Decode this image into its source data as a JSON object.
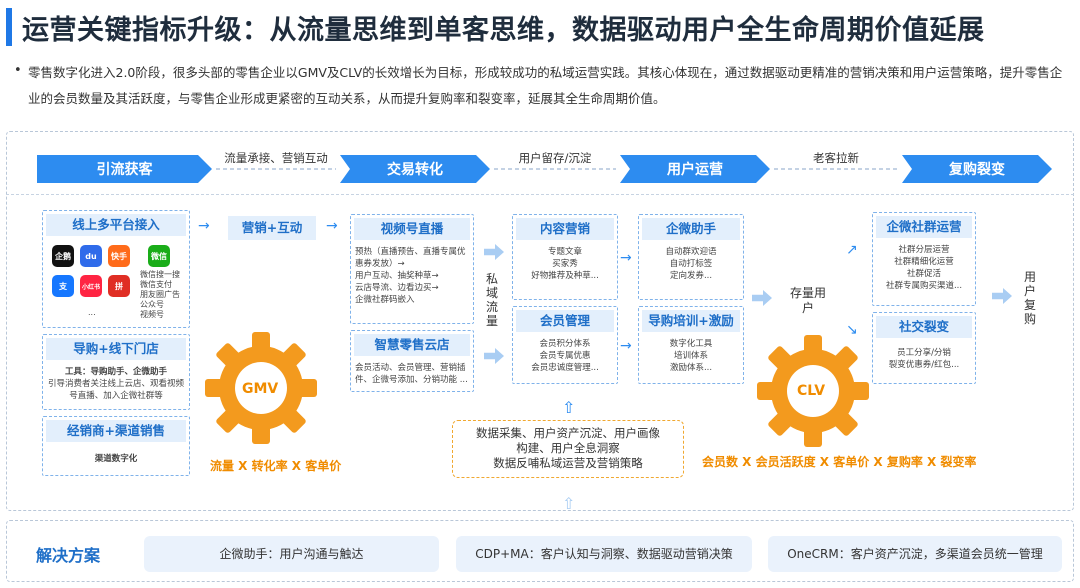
{
  "header": {
    "title": "运营关键指标升级：从流量思维到单客思维，数据驱动用户全生命周期价值延展",
    "bullet": "•",
    "intro": "零售数字化进入2.0阶段，很多头部的零售企业以GMV及CLV的长效增长为目标，形成较成功的私域运营实践。其核心体现在，通过数据驱动更精准的营销决策和用户运营策略，提升零售企业的会员数量及其活跃度，与零售企业形成更紧密的互动关系，从而提升复购率和裂变率，延展其全生命周期价值。"
  },
  "stages": [
    {
      "label": "引流获客"
    },
    {
      "label": "交易转化"
    },
    {
      "label": "用户运营"
    },
    {
      "label": "复购裂变"
    }
  ],
  "transitions": [
    "流量承接、营销互动",
    "用户留存/沉淀",
    "老客拉新"
  ],
  "acquisition": {
    "online_title": "线上多平台接入",
    "platforms": [
      "企鹅",
      "du",
      "快手",
      "微信",
      "支",
      "小红书",
      "拼"
    ],
    "wechat_lines": [
      "微信搜一搜",
      "微信支付",
      "朋友圈广告",
      "公众号",
      "视频号"
    ],
    "ellipsis": "...",
    "offline_title": "导购+线下门店",
    "offline_tools": "工具：导购助手、企微助手",
    "offline_desc": "引导消费者关注线上云店、观看视频号直播、加入企微社群等",
    "dealer_title": "经销商+渠道销售",
    "dealer_desc": "渠道数字化"
  },
  "conversion": {
    "chip": "营销+互动",
    "live_title": "视频号直播",
    "live_lines": [
      "预热（直播预告、直播专属优惠券发放）→",
      "用户互动、抽奖种草→",
      "云店导流、边看边买→",
      "企微社群码嵌入"
    ],
    "cloud_title": "智慧零售云店",
    "cloud_lines": [
      "会员活动、会员管理、营销插件、企微号添加、分销功能 ..."
    ]
  },
  "private_domain": "私域流量",
  "operation": {
    "content_title": "内容营销",
    "content_lines": [
      "专题文章",
      "买家秀",
      "好物推荐及种草..."
    ],
    "member_title": "会员管理",
    "member_lines": [
      "会员积分体系",
      "会员专属优惠",
      "会员忠诚度管理..."
    ],
    "wecom_title": "企微助手",
    "wecom_lines": [
      "自动群欢迎语",
      "自动打标签",
      "定向发券..."
    ],
    "guide_title": "导购培训+激励",
    "guide_lines": [
      "数字化工具",
      "培训体系",
      "激励体系..."
    ]
  },
  "retained": "存量用户",
  "repurchase": {
    "community_title": "企微社群运营",
    "community_lines": [
      "社群分层运营",
      "社群精细化运营",
      "社群促活",
      "社群专属购买渠道..."
    ],
    "social_title": "社交裂变",
    "social_lines": [
      "员工分享/分销",
      "裂变优惠券/红包..."
    ]
  },
  "user_repurchase": "用户复购",
  "gmv": {
    "label": "GMV",
    "formula": "流量  X  转化率  X  客单价"
  },
  "clv": {
    "label": "CLV",
    "formula": "会员数 X 会员活跃度 X 客单价 X 复购率 X 裂变率"
  },
  "data_center": [
    "数据采集、用户资产沉淀、用户画像",
    "构建、用户全息洞察",
    "数据反哺私域运营及营销策略"
  ],
  "solutions": {
    "title": "解决方案",
    "items": [
      {
        "label": "企微助手：用户沟通与触达"
      },
      {
        "label": "CDP+MA：客户认知与洞察、数据驱动营销决策"
      },
      {
        "label": "OneCRM：客户资产沉淀，多渠道会员统一管理"
      }
    ]
  },
  "colors": {
    "accent": "#2d8cf0",
    "gear": "#f39a1e",
    "title_blue": "#1f6fc8"
  }
}
